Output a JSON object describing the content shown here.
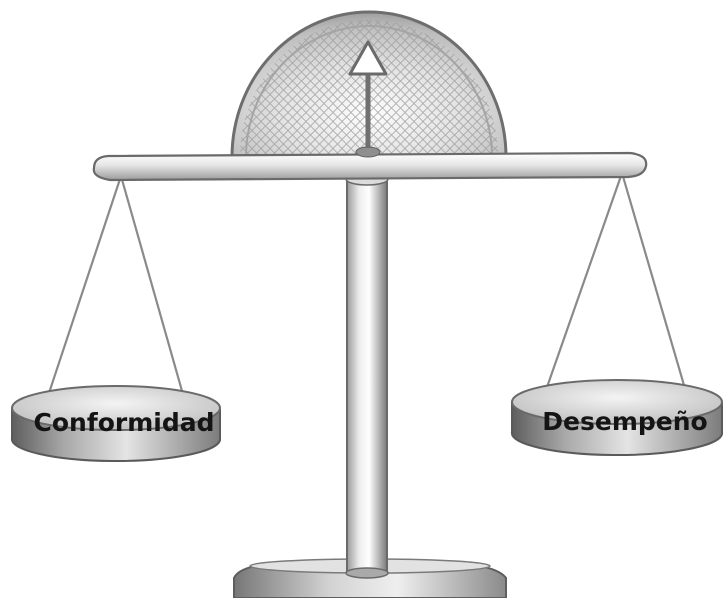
{
  "diagram": {
    "left_pan": {
      "label": "Conformidad"
    },
    "right_pan": {
      "label": "Desempeño"
    },
    "pointer_direction": "up",
    "balance_state": "level",
    "palette": {
      "metal_light": "#fafafa",
      "metal_mid": "#c6c6c6",
      "metal_dark": "#6e6e6e",
      "outline": "#5a5a5a",
      "string": "#8a8a8a",
      "label_text": "#141414"
    }
  }
}
